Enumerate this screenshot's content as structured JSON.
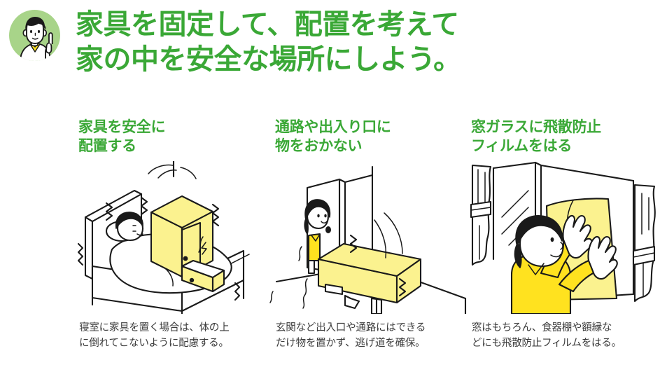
{
  "colors": {
    "green": "#3aa836",
    "avatar_circle": "#a8d489",
    "furniture_yellow": "#fbf28f",
    "shirt_yellow": "#ffe21f",
    "caption_gray": "#3c3c3c",
    "ink": "#1a1a1a",
    "background": "#ffffff"
  },
  "header": {
    "avatar_alt": "pointing-boy-avatar",
    "headline_line1": "家具を固定して、配置を考えて",
    "headline_line2": "家の中を安全な場所にしよう。"
  },
  "columns": [
    {
      "id": "secure-furniture-placement",
      "heading_line1": "家具を安全に",
      "heading_line2": "配置する",
      "illustration_name": "bedroom-falling-cabinet-illustration",
      "caption_line1": "寝室に家具を置く場合は、体の上",
      "caption_line2": "に倒れてこないように配慮する。"
    },
    {
      "id": "keep-exits-clear",
      "heading_line1": "通路や出入り口に",
      "heading_line2": "物をおかない",
      "illustration_name": "blocked-doorway-illustration",
      "caption_line1": "玄関など出入口や通路にはできる",
      "caption_line2": "だけ物を置かず、逃げ道を確保。"
    },
    {
      "id": "apply-shatterproof-film",
      "heading_line1": "窓ガラスに飛散防止",
      "heading_line2": "フィルムをはる",
      "illustration_name": "window-film-application-illustration",
      "caption_line1": "窓はもちろん、食器棚や額縁な",
      "caption_line2": "どにも飛散防止フィルムをはる。"
    }
  ]
}
